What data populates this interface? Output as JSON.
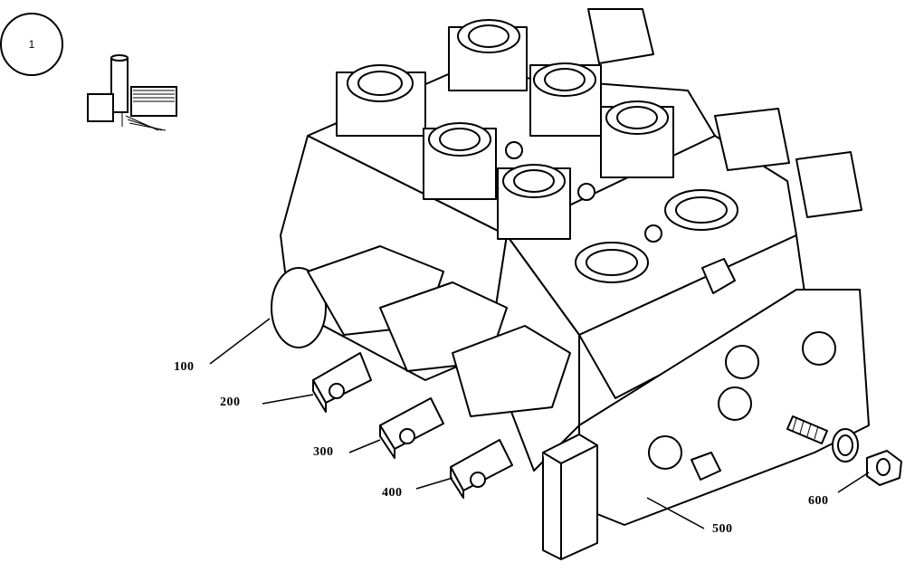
{
  "figure": {
    "number": "1"
  },
  "icons": {
    "view_icon": "hydraulic-valve-symbol-icon"
  },
  "callouts": [
    {
      "id": "c100",
      "label": "100"
    },
    {
      "id": "c200",
      "label": "200"
    },
    {
      "id": "c300",
      "label": "300"
    },
    {
      "id": "c400",
      "label": "400"
    },
    {
      "id": "c500",
      "label": "500"
    },
    {
      "id": "c600",
      "label": "600"
    }
  ]
}
